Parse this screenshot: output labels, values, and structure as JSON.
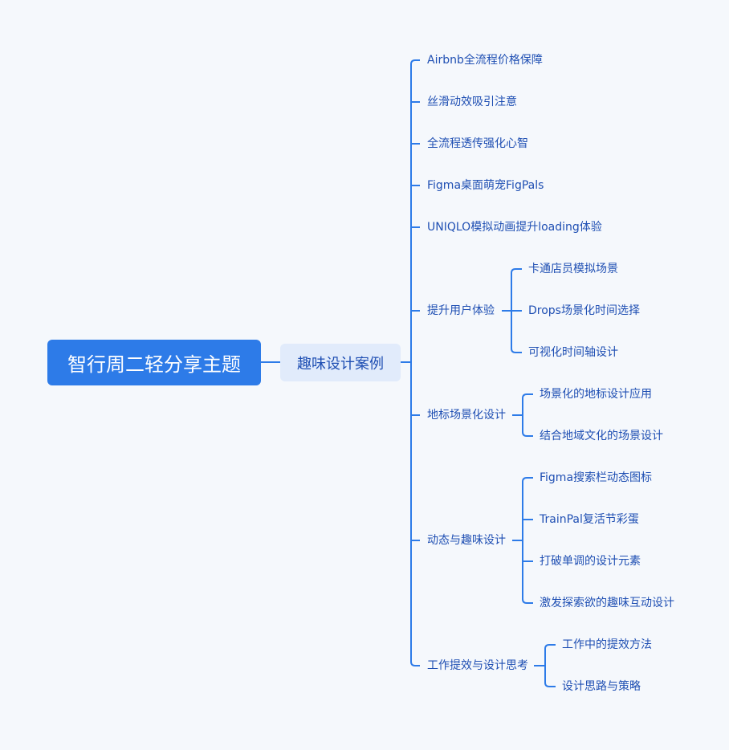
{
  "root": {
    "label": "智行周二轻分享主题"
  },
  "main": {
    "label": "趣味设计案例"
  },
  "branches": [
    {
      "label": "Airbnb全流程价格保障"
    },
    {
      "label": "丝滑动效吸引注意"
    },
    {
      "label": "全流程透传强化心智"
    },
    {
      "label": "Figma桌面萌宠FigPals"
    },
    {
      "label": "UNIQLO模拟动画提升loading体验"
    },
    {
      "label": "提升用户体验",
      "children": [
        "卡通店员模拟场景",
        "Drops场景化时间选择",
        "可视化时间轴设计"
      ]
    },
    {
      "label": "地标场景化设计",
      "children": [
        "场景化的地标设计应用",
        "结合地域文化的场景设计"
      ]
    },
    {
      "label": "动态与趣味设计",
      "children": [
        "Figma搜索栏动态图标",
        "TrainPal复活节彩蛋",
        "打破单调的设计元素",
        "激发探索欲的趣味互动设计"
      ]
    },
    {
      "label": "工作提效与设计思考",
      "children": [
        "工作中的提效方法",
        "设计思路与策略"
      ]
    }
  ],
  "colors": {
    "line": "#2d7be8",
    "root_bg": "#2d7be8",
    "main_bg": "#e1ebfb",
    "text": "#1f4fb3",
    "background": "#f5f8fc"
  }
}
